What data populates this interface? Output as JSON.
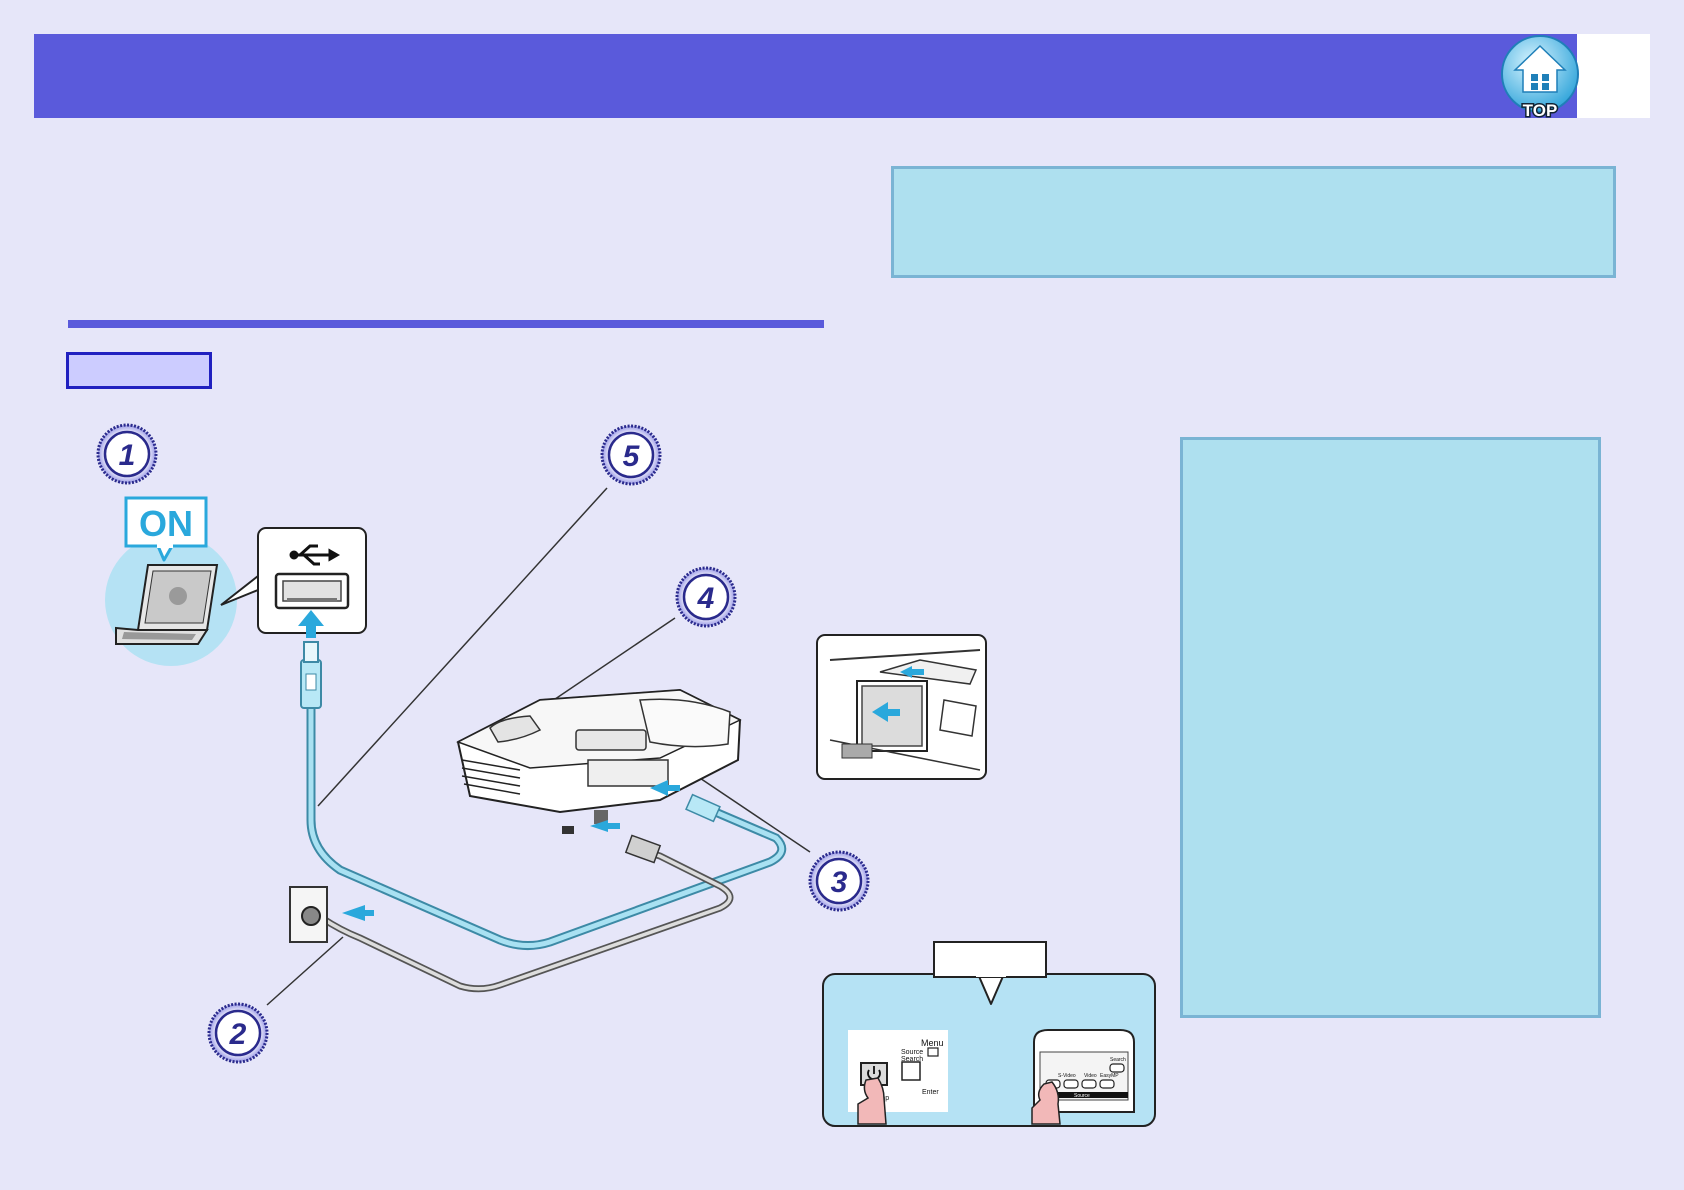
{
  "header": {
    "top_button_label": "TOP"
  },
  "diagram": {
    "steps": [
      "1",
      "2",
      "3",
      "4",
      "5"
    ],
    "on_badge": "ON",
    "icons": {
      "usb": "usb-icon",
      "power": "power-icon",
      "laptop": "laptop-icon",
      "projector": "projector-icon",
      "remote": "remote-control-icon",
      "outlet": "wall-outlet-icon"
    },
    "control_panel_labels": {
      "menu": "Menu",
      "source_search_line1": "Source",
      "source_search_line2": "Search",
      "temp": "Temp",
      "enter": "Enter"
    },
    "remote_labels": {
      "search": "Search",
      "s_video": "S-Video",
      "video": "Video",
      "easymp": "EasyMP",
      "source": "Source"
    }
  },
  "colors": {
    "header": "#5a5adb",
    "background": "#e6e6f9",
    "info_box": "#aee0ef",
    "info_border": "#7ab4d4",
    "accent_cyan": "#2aa8dc",
    "step_circle": "#2a2a8c"
  }
}
